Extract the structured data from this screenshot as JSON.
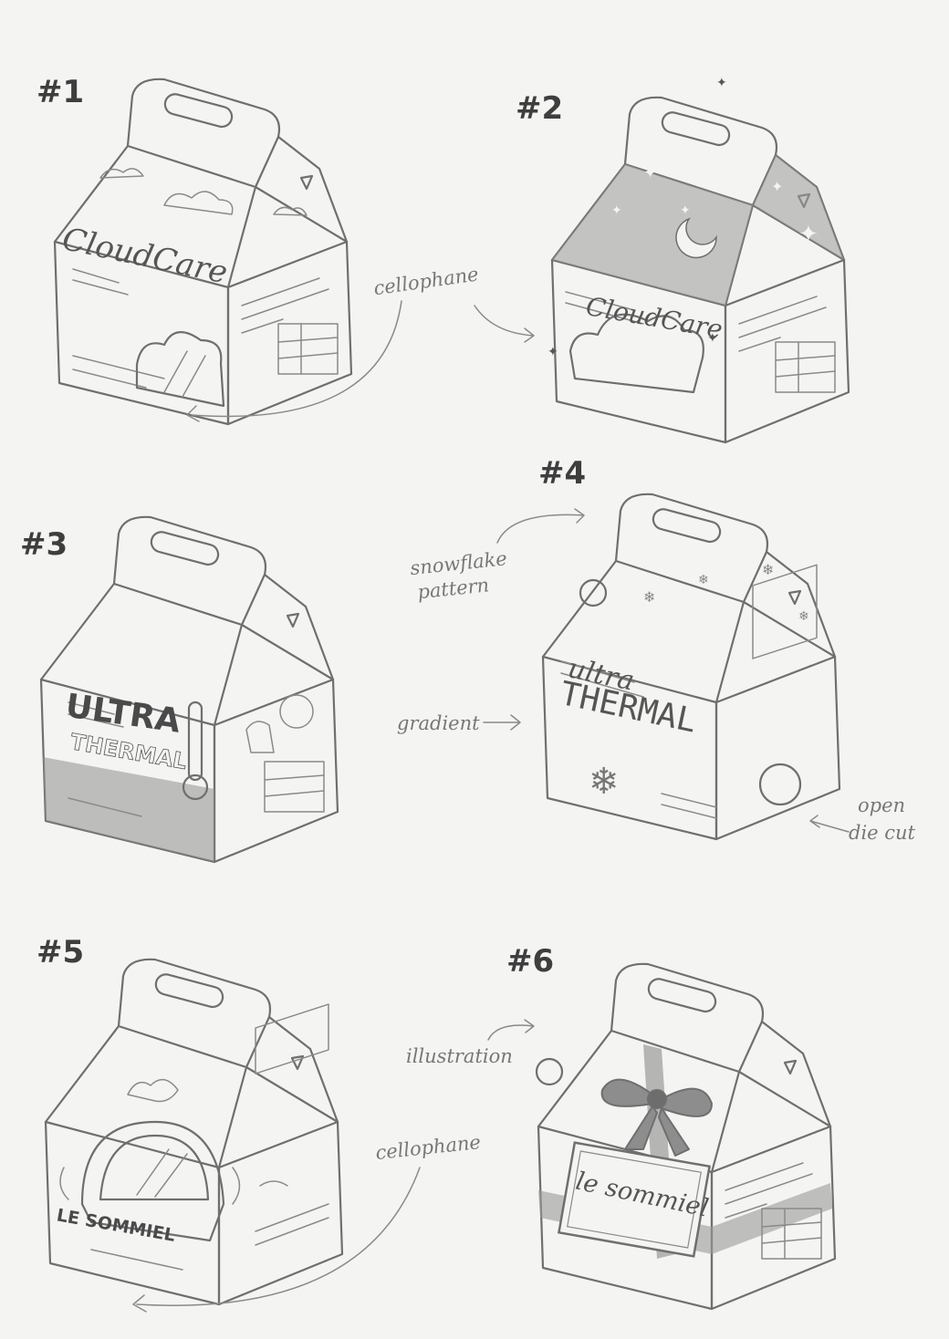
{
  "sketches": [
    {
      "number": "#1",
      "logo": "CloudCare"
    },
    {
      "number": "#2",
      "logo": "CloudCare"
    },
    {
      "number": "#3",
      "logo_line1": "ULTRA",
      "logo_line2": "THERMAL"
    },
    {
      "number": "#4",
      "logo_line1": "ultra",
      "logo_line2": "THERMAL"
    },
    {
      "number": "#5",
      "logo": "LE SOMMIEL"
    },
    {
      "number": "#6",
      "logo": "le sommiel"
    }
  ],
  "annotations": {
    "cellophane_top": "cellophane",
    "snowflake_line1": "snowflake",
    "snowflake_line2": "pattern",
    "gradient": "gradient",
    "open_die_line1": "open",
    "open_die_line2": "die cut",
    "illustration": "illustration",
    "cellophane_bottom": "cellophane"
  },
  "colors": {
    "paper": "#f4f4f2",
    "pencil": "#6f6f6f",
    "shade": "#a9a9a9"
  }
}
